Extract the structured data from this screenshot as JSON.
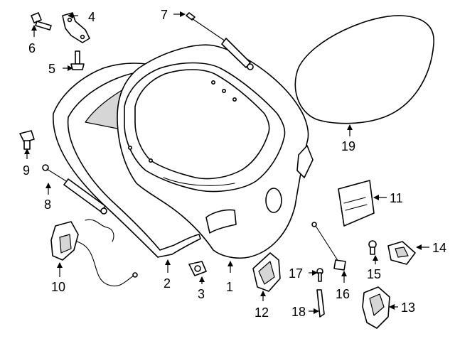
{
  "diagram": {
    "callouts": {
      "p1": "1",
      "p2": "2",
      "p3": "3",
      "p4": "4",
      "p5": "5",
      "p6": "6",
      "p7": "7",
      "p8": "8",
      "p9": "9",
      "p10": "10",
      "p11": "11",
      "p12": "12",
      "p13": "13",
      "p14": "14",
      "p15": "15",
      "p16": "16",
      "p17": "17",
      "p18": "18",
      "p19": "19"
    }
  }
}
